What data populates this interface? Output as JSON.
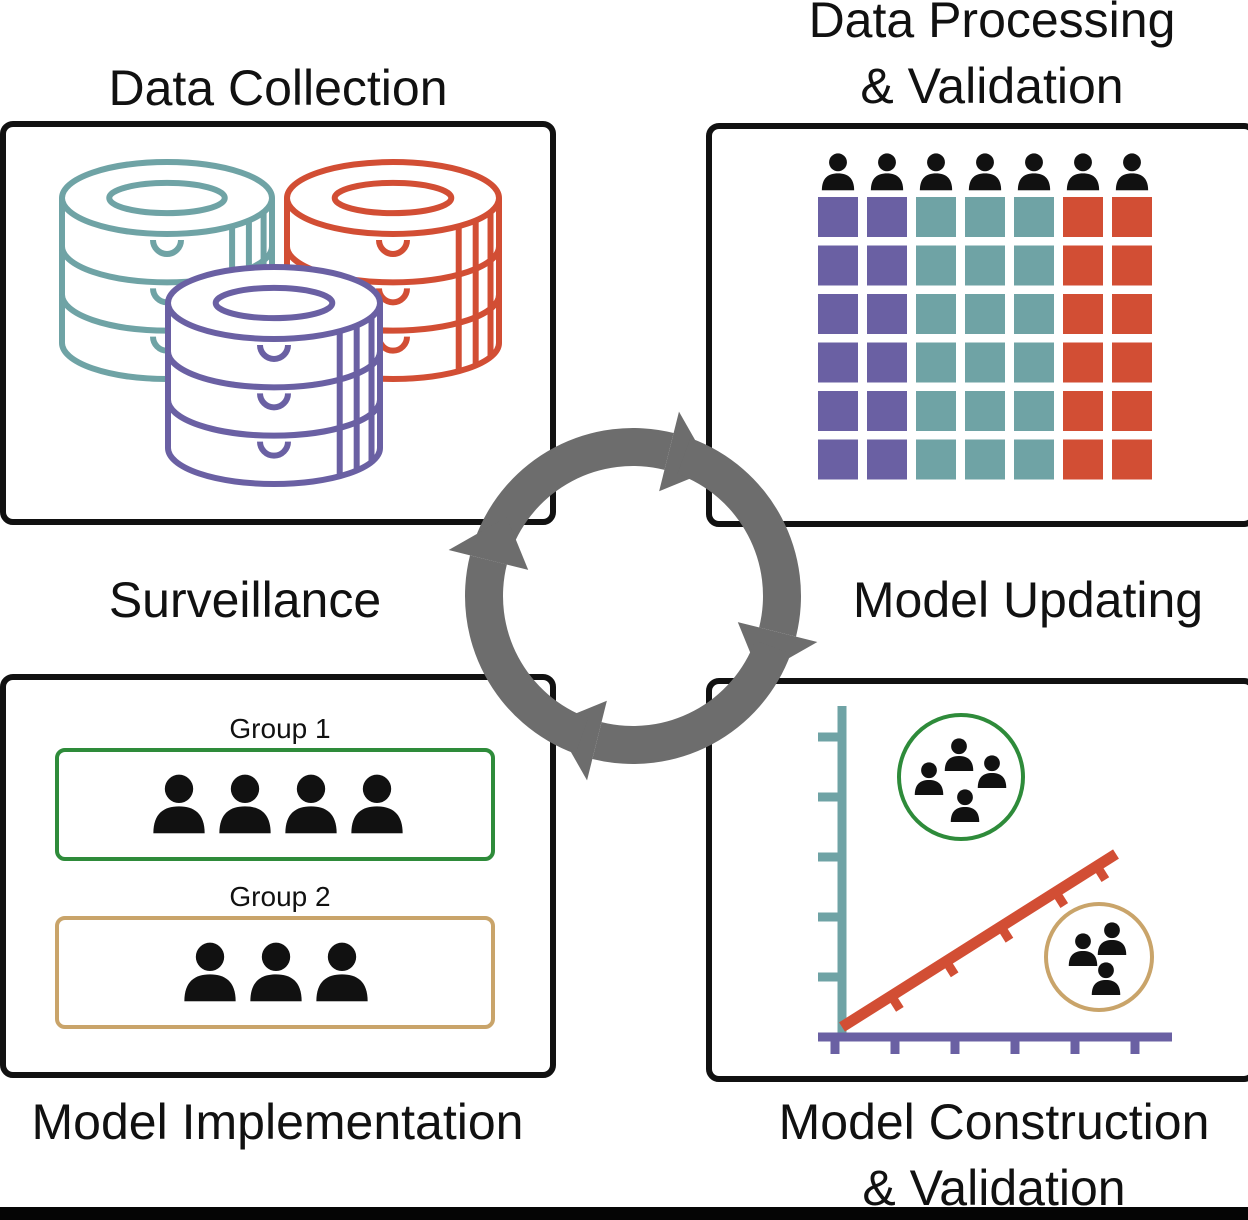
{
  "diagram": {
    "title_data_collection": "Data Collection",
    "title_data_processing_line1": "Data Processing",
    "title_data_processing_line2": "& Validation",
    "label_surveillance": "Surveillance",
    "label_model_updating": "Model Updating",
    "title_model_implementation": "Model Implementation",
    "title_model_construction_line1": "Model Construction",
    "title_model_construction_line2": "& Validation",
    "group1_label": "Group 1",
    "group2_label": "Group 2"
  },
  "colors": {
    "teal": "#6fa3a5",
    "orange": "#d24e34",
    "purple": "#6a60a3",
    "green": "#2e8b3a",
    "tan": "#c9a46a",
    "arrow_gray": "#6d6d6d",
    "black": "#111111"
  },
  "matrix": {
    "people_count": 7,
    "rows": 6,
    "column_colors": [
      "purple",
      "purple",
      "teal",
      "teal",
      "teal",
      "orange",
      "orange"
    ]
  },
  "groups": {
    "group1_people": 4,
    "group2_people": 3
  },
  "clusters": {
    "green_people": 4,
    "tan_people": 3
  }
}
